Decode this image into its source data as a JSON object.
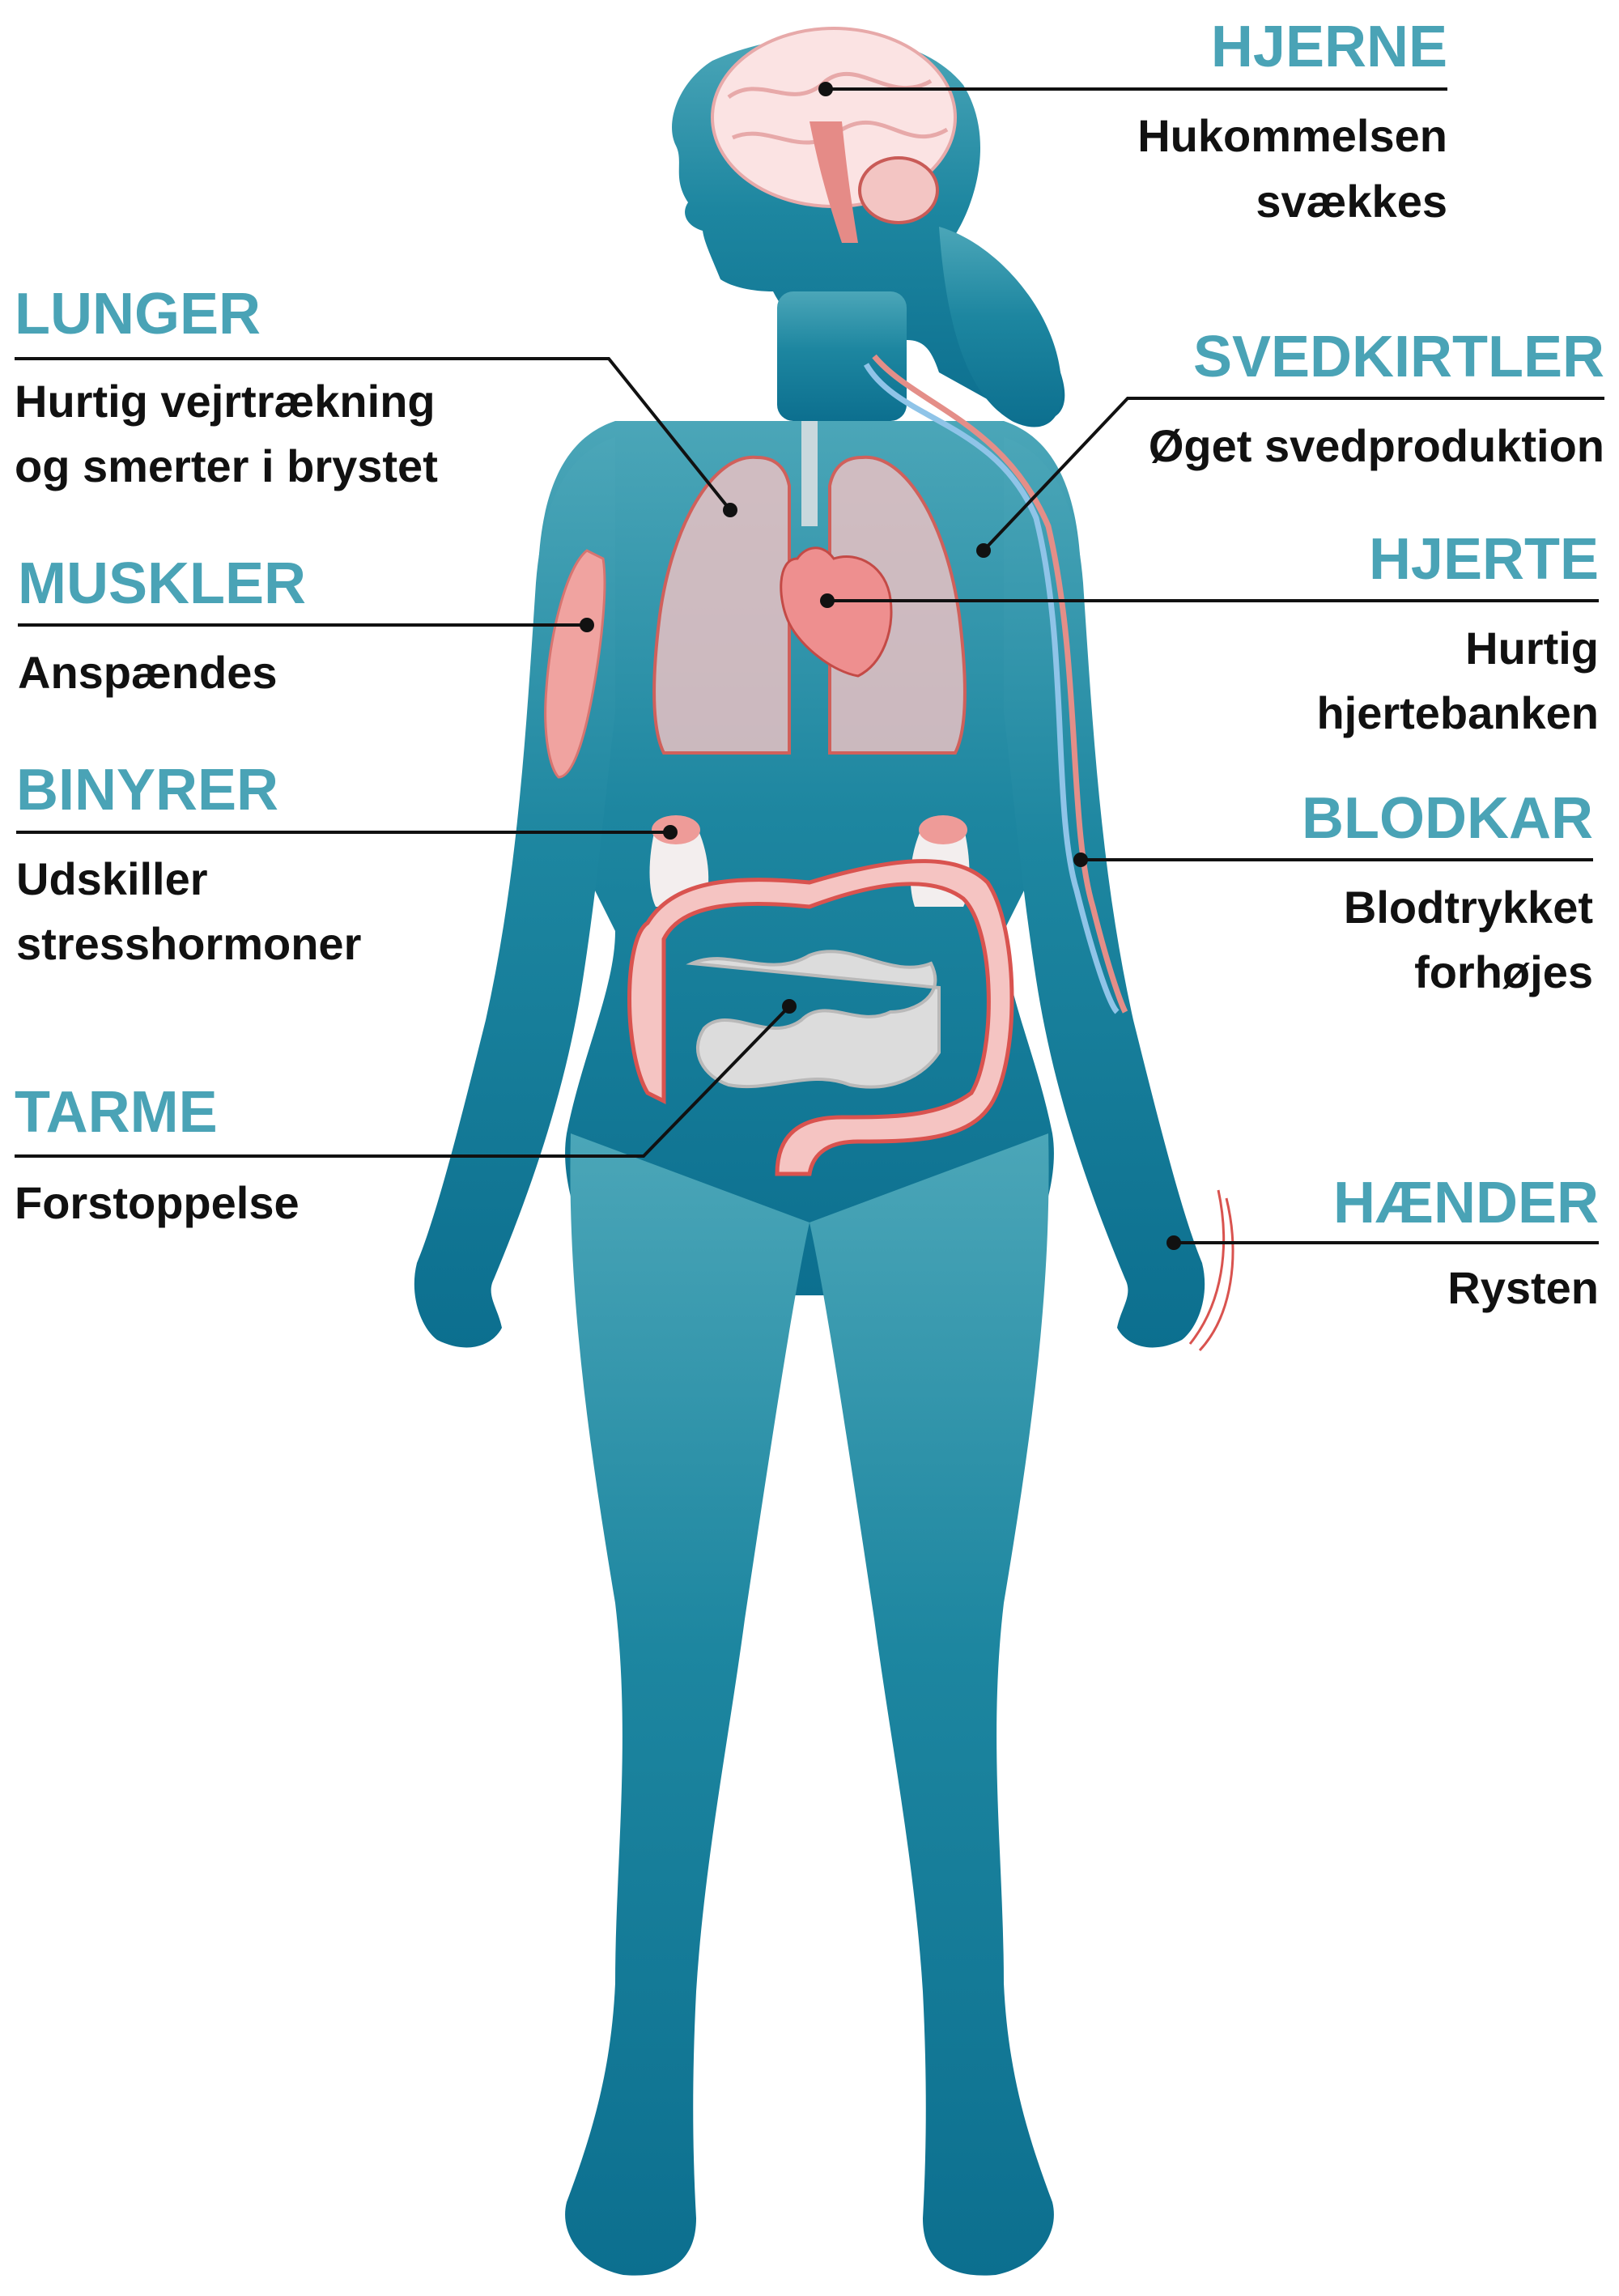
{
  "labels": {
    "hjerne": {
      "title": "HJERNE",
      "desc": [
        "Hukommelsen",
        "svækkes"
      ]
    },
    "lunger": {
      "title": "LUNGER",
      "desc": [
        "Hurtig vejrtrækning",
        "og smerter i brystet"
      ]
    },
    "svedkirtler": {
      "title": "SVEDKIRTLER",
      "desc": [
        "Øget svedproduktion"
      ]
    },
    "muskler": {
      "title": "MUSKLER",
      "desc": [
        "Anspændes"
      ]
    },
    "hjerte": {
      "title": "HJERTE",
      "desc": [
        "Hurtig",
        "hjertebanken"
      ]
    },
    "binyrer": {
      "title": "BINYRER",
      "desc": [
        "Udskiller",
        "stresshormoner"
      ]
    },
    "blodkar": {
      "title": "BLODKAR",
      "desc": [
        "Blodtrykket",
        "forhøjes"
      ]
    },
    "tarme": {
      "title": "TARME",
      "desc": [
        "Forstoppelse"
      ]
    },
    "haender": {
      "title": "HÆNDER",
      "desc": [
        "Rysten"
      ]
    }
  },
  "colors": {
    "title": "#4aa3b6",
    "text": "#111111",
    "body_top": "#4ba6b8",
    "body_bottom": "#0c6f8f",
    "organ_pink": "#f2b3b0",
    "organ_red": "#d9534f"
  }
}
